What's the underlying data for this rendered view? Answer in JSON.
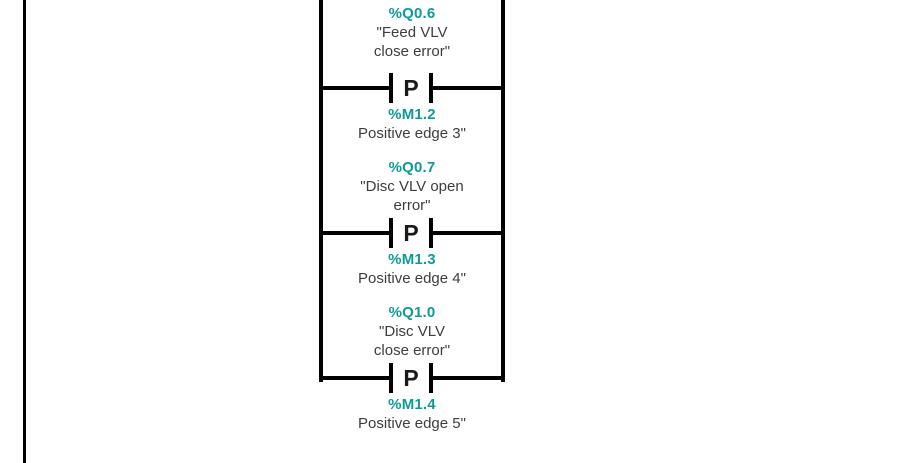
{
  "diagram": {
    "type": "ladder-logic",
    "network_style": "parallel-branch",
    "colors": {
      "operand_address": "#0e9b94",
      "operand_description": "#3d3d3d",
      "wire": "#000000",
      "background": "#ffffff"
    },
    "page_rail": {
      "label": "left-page-border"
    },
    "rails": {
      "left_label": "branch-left-rail",
      "right_label": "branch-right-rail"
    },
    "branches": [
      {
        "id": "branch-1",
        "contact": {
          "type": "positive-edge-contact",
          "symbol": "P",
          "address": "%M1.2",
          "description": "Positive edge 3\""
        },
        "operand_above": {
          "address": "%Q0.6",
          "description_lines": [
            "\"Feed VLV",
            "close error\""
          ]
        }
      },
      {
        "id": "branch-2",
        "contact": {
          "type": "positive-edge-contact",
          "symbol": "P",
          "address": "%M1.3",
          "description": "Positive edge 4\""
        },
        "operand_above": {
          "address": "%Q0.7",
          "description_lines": [
            "\"Disc VLV open",
            "error\""
          ]
        }
      },
      {
        "id": "branch-3",
        "contact": {
          "type": "positive-edge-contact",
          "symbol": "P",
          "address": "%M1.4",
          "description": "Positive edge 5\""
        },
        "operand_above": {
          "address": "%Q1.0",
          "description_lines": [
            "\"Disc VLV",
            "close error\""
          ]
        }
      }
    ]
  }
}
